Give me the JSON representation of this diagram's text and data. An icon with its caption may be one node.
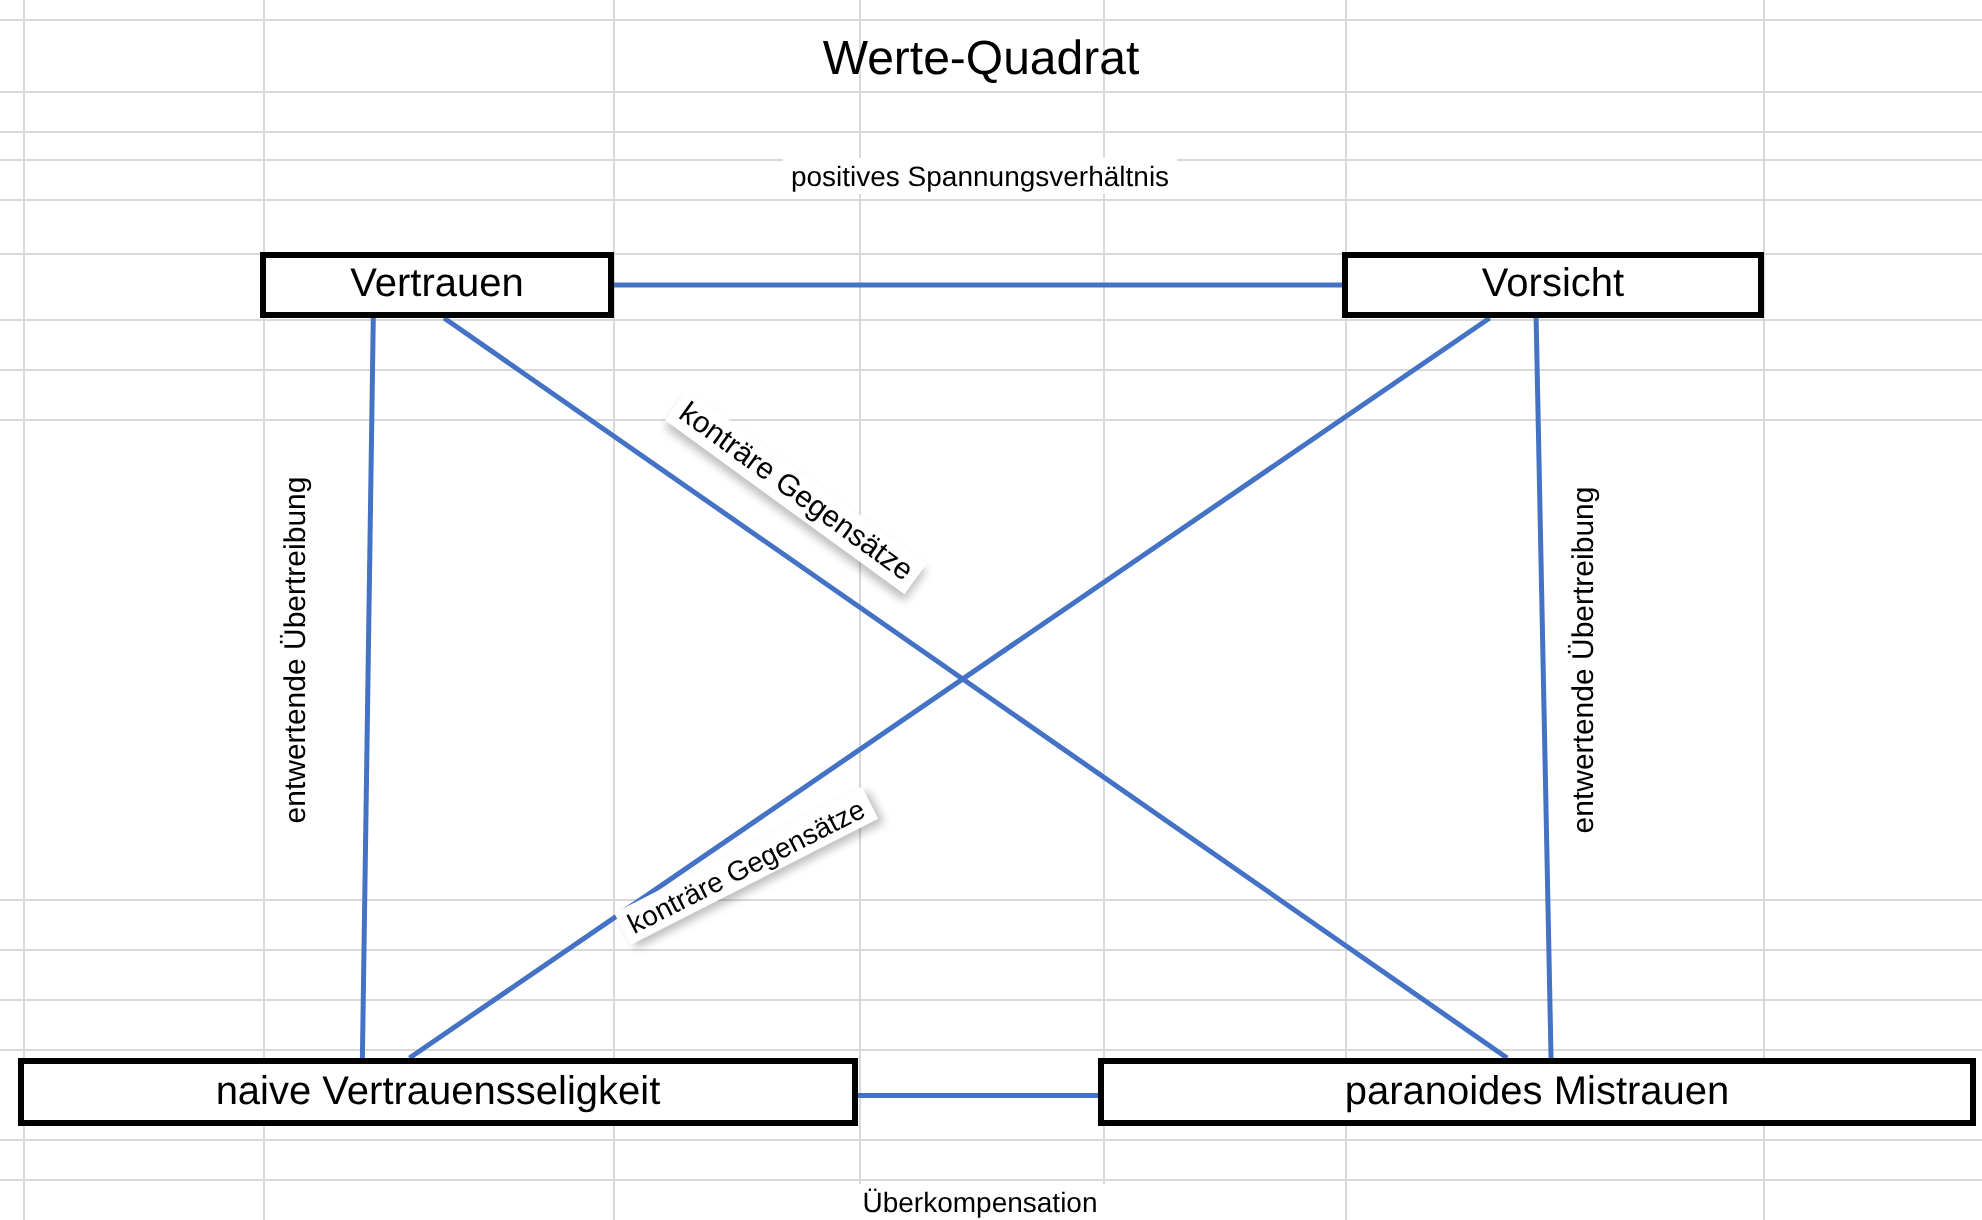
{
  "diagram": {
    "title": "Werte-Quadrat",
    "nodes": [
      {
        "text": [
          "Vertrauen"
        ]
      },
      {
        "text": [
          "Vorsicht"
        ]
      },
      {
        "text": [
          "naive Vertrauensseligkeit"
        ]
      },
      {
        "text": [
          "paranoides Mistrauen"
        ]
      }
    ],
    "edges": [
      {
        "from": 0,
        "to": 1,
        "arrow": "none",
        "label": "positives Spannungsverhältnis"
      },
      {
        "from": 0,
        "to": 3,
        "arrow": "none",
        "label": "konträre Gegensätze"
      },
      {
        "from": 1,
        "to": 2,
        "arrow": "none",
        "label": "konträre Gegensätze"
      },
      {
        "from": 0,
        "to": 2,
        "arrow": "none",
        "label": "entwertende Übertreibung"
      },
      {
        "from": 1,
        "to": 3,
        "arrow": "none",
        "label": "entwertende Übertreibung"
      },
      {
        "from": 2,
        "to": 3,
        "arrow": "none",
        "label": "Überkompensation"
      }
    ]
  }
}
